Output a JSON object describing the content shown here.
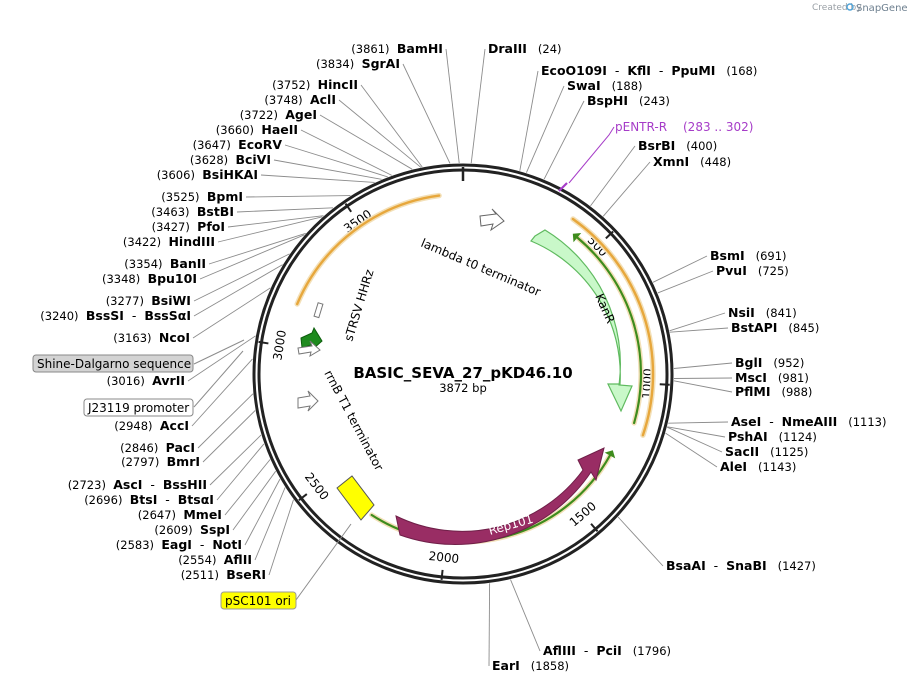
{
  "credit": {
    "prefix": "Created by",
    "brand": "SnapGene"
  },
  "plasmid": {
    "name": "BASIC_SEVA_27_pKD46.10",
    "length": "3872 bp",
    "total_bp": 3872
  },
  "ticks": [
    {
      "bp": 500,
      "label": "500"
    },
    {
      "bp": 1000,
      "label": "1000"
    },
    {
      "bp": 1500,
      "label": "1500"
    },
    {
      "bp": 2000,
      "label": "2000"
    },
    {
      "bp": 2500,
      "label": "2500"
    },
    {
      "bp": 3000,
      "label": "3000"
    },
    {
      "bp": 3500,
      "label": "3500"
    }
  ],
  "enzymes_right": [
    {
      "names": [
        "DraIII"
      ],
      "pos": "(24)",
      "bp": 24
    },
    {
      "names": [
        "EcoO109I",
        "KflI",
        "PpuMI"
      ],
      "pos": "(168)",
      "bp": 168
    },
    {
      "names": [
        "SwaI"
      ],
      "pos": "(188)",
      "bp": 188
    },
    {
      "names": [
        "BspHI"
      ],
      "pos": "(243)",
      "bp": 243
    },
    {
      "names": [
        "BsrBI"
      ],
      "pos": "(400)",
      "bp": 400
    },
    {
      "names": [
        "XmnI"
      ],
      "pos": "(448)",
      "bp": 448
    },
    {
      "names": [
        "BsmI"
      ],
      "pos": "(691)",
      "bp": 691
    },
    {
      "names": [
        "PvuI"
      ],
      "pos": "(725)",
      "bp": 725
    },
    {
      "names": [
        "NsiI"
      ],
      "pos": "(841)",
      "bp": 841
    },
    {
      "names": [
        "BstAPI"
      ],
      "pos": "(845)",
      "bp": 845
    },
    {
      "names": [
        "BglI"
      ],
      "pos": "(952)",
      "bp": 952
    },
    {
      "names": [
        "MscI"
      ],
      "pos": "(981)",
      "bp": 981
    },
    {
      "names": [
        "PflMI"
      ],
      "pos": "(988)",
      "bp": 988
    },
    {
      "names": [
        "AseI",
        "NmeAIII"
      ],
      "pos": "(1113)",
      "bp": 1113
    },
    {
      "names": [
        "PshAI"
      ],
      "pos": "(1124)",
      "bp": 1124
    },
    {
      "names": [
        "SacII"
      ],
      "pos": "(1125)",
      "bp": 1125
    },
    {
      "names": [
        "AleI"
      ],
      "pos": "(1143)",
      "bp": 1143
    },
    {
      "names": [
        "BsaAI",
        "SnaBI"
      ],
      "pos": "(1427)",
      "bp": 1427
    },
    {
      "names": [
        "AflIII",
        "PciI"
      ],
      "pos": "(1796)",
      "bp": 1796
    },
    {
      "names": [
        "EarI"
      ],
      "pos": "(1858)",
      "bp": 1858
    }
  ],
  "enzymes_left": [
    {
      "names": [
        "BamHI"
      ],
      "pos": "(3861)",
      "bp": 3861
    },
    {
      "names": [
        "SgrAI"
      ],
      "pos": "(3834)",
      "bp": 3834
    },
    {
      "names": [
        "HincII"
      ],
      "pos": "(3752)",
      "bp": 3752
    },
    {
      "names": [
        "AclI"
      ],
      "pos": "(3748)",
      "bp": 3748
    },
    {
      "names": [
        "AgeI"
      ],
      "pos": "(3722)",
      "bp": 3722
    },
    {
      "names": [
        "HaeII"
      ],
      "pos": "(3660)",
      "bp": 3660
    },
    {
      "names": [
        "EcoRV"
      ],
      "pos": "(3647)",
      "bp": 3647
    },
    {
      "names": [
        "BciVI"
      ],
      "pos": "(3628)",
      "bp": 3628
    },
    {
      "names": [
        "BsiHKAI"
      ],
      "pos": "(3606)",
      "bp": 3606
    },
    {
      "names": [
        "BpmI"
      ],
      "pos": "(3525)",
      "bp": 3525
    },
    {
      "names": [
        "BstBI"
      ],
      "pos": "(3463)",
      "bp": 3463
    },
    {
      "names": [
        "PfoI"
      ],
      "pos": "(3427)",
      "bp": 3427
    },
    {
      "names": [
        "HindIII"
      ],
      "pos": "(3422)",
      "bp": 3422
    },
    {
      "names": [
        "BanII"
      ],
      "pos": "(3354)",
      "bp": 3354
    },
    {
      "names": [
        "Bpu10I"
      ],
      "pos": "(3348)",
      "bp": 3348
    },
    {
      "names": [
        "BsiWI"
      ],
      "pos": "(3277)",
      "bp": 3277
    },
    {
      "names": [
        "BssSI",
        "BssSαI"
      ],
      "pos": "(3240)",
      "bp": 3240
    },
    {
      "names": [
        "NcoI"
      ],
      "pos": "(3163)",
      "bp": 3163
    },
    {
      "names": [
        "AvrII"
      ],
      "pos": "(3016)",
      "bp": 3016
    },
    {
      "names": [
        "AccI"
      ],
      "pos": "(2948)",
      "bp": 2948
    },
    {
      "names": [
        "PacI"
      ],
      "pos": "(2846)",
      "bp": 2846
    },
    {
      "names": [
        "BmrI"
      ],
      "pos": "(2797)",
      "bp": 2797
    },
    {
      "names": [
        "AscI",
        "BssHII"
      ],
      "pos": "(2723)",
      "bp": 2723
    },
    {
      "names": [
        "BtsI",
        "BtsαI"
      ],
      "pos": "(2696)",
      "bp": 2696
    },
    {
      "names": [
        "MmeI"
      ],
      "pos": "(2647)",
      "bp": 2647
    },
    {
      "names": [
        "SspI"
      ],
      "pos": "(2609)",
      "bp": 2609
    },
    {
      "names": [
        "EagI",
        "NotI"
      ],
      "pos": "(2583)",
      "bp": 2583
    },
    {
      "names": [
        "AflII"
      ],
      "pos": "(2554)",
      "bp": 2554
    },
    {
      "names": [
        "BseRI"
      ],
      "pos": "(2511)",
      "bp": 2511
    }
  ],
  "primer": {
    "name": "pENTR-R",
    "range": "(283 .. 302)"
  },
  "boxed_labels": [
    {
      "text": "Shine-Dalgarno sequence",
      "fill": "#d3d3d3"
    },
    {
      "text": "J23119 promoter",
      "fill": "#ffffff"
    },
    {
      "text": "pSC101 ori",
      "fill": "#ffff00"
    }
  ],
  "features": {
    "kanr": "KanR",
    "rep101": "Rep101",
    "lambda": "lambda t0 terminator",
    "strsv": "sTRSV HHRz",
    "rrnb": "rrnB T1 terminator"
  },
  "colors": {
    "kanr_fill": "#c9f8c9",
    "kanr_stroke": "#5fba5f",
    "rep101_fill": "#992d64",
    "ori_fill": "#ffff00",
    "orange_arc": "#e7a73c",
    "green_arc": "#3e8c1d",
    "sd_green": "#1e8a1e",
    "primer": "#a63cc8",
    "leader": "#8c8c8c"
  }
}
